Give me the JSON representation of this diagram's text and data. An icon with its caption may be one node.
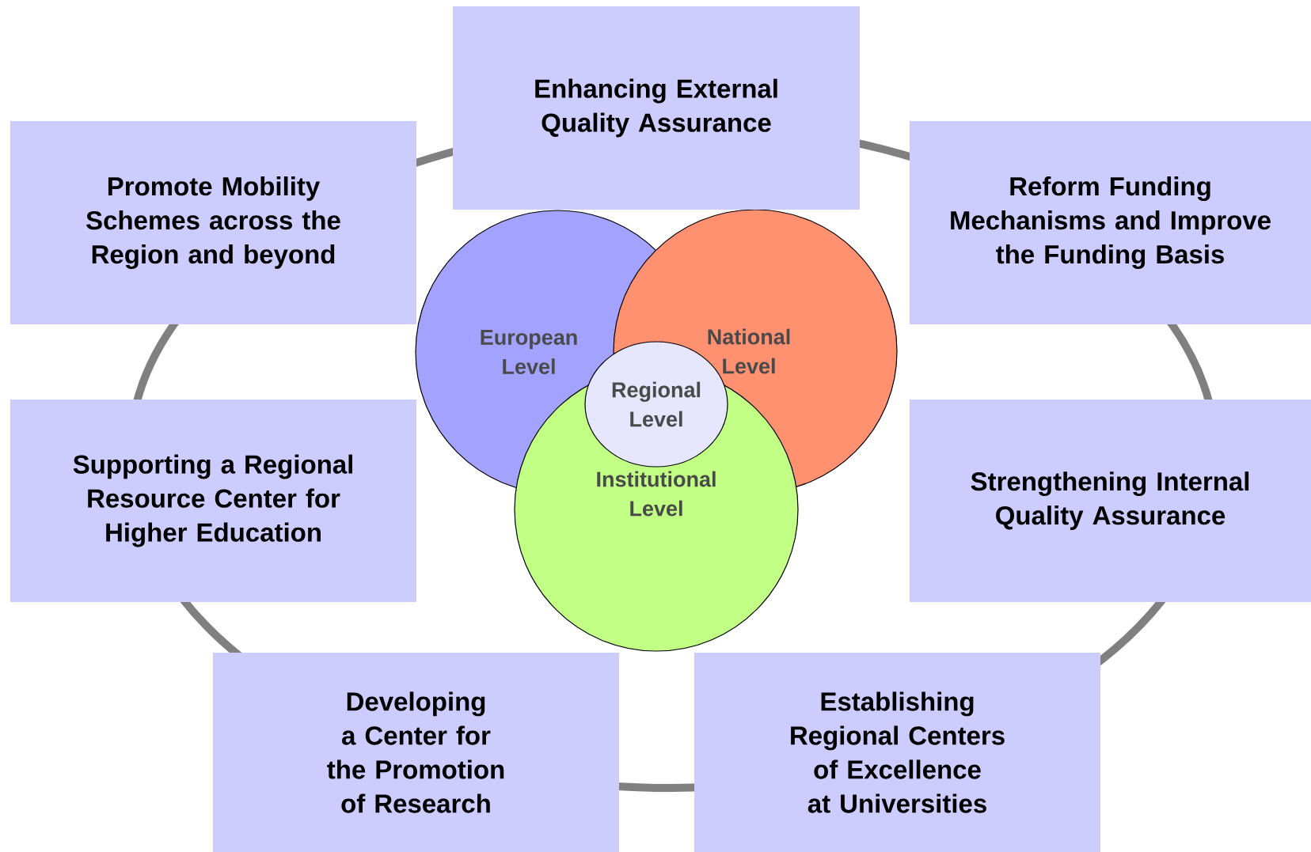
{
  "diagram": {
    "nodes": [
      {
        "text": [
          "Enhancing External Quality Assurance"
        ]
      },
      {
        "text": [
          "Promote Mobility Schemes across the Region and beyond"
        ]
      },
      {
        "text": [
          "Reform Funding Mechanisms and Improve the Funding Basis"
        ]
      },
      {
        "text": [
          "European Level"
        ]
      },
      {
        "text": [
          "National Level"
        ]
      },
      {
        "text": [
          "Regional Level"
        ]
      },
      {
        "text": [
          "Supporting a Regional Resource Center for Higher Education"
        ]
      },
      {
        "text": [
          "Strengthening Internal Quality Assurance"
        ]
      },
      {
        "text": [
          "Institutional Level"
        ]
      },
      {
        "text": [
          "Developing a Center for the Promotion of Research"
        ]
      },
      {
        "text": [
          "Establishing Regional Centers of Excellence at Universities"
        ]
      }
    ]
  }
}
